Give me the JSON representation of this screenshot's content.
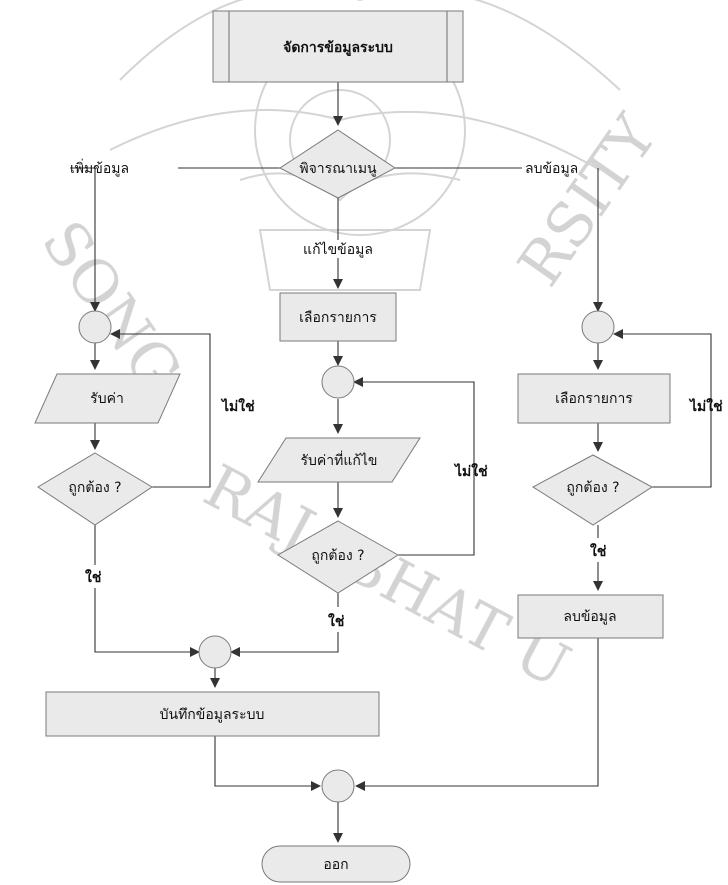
{
  "flowchart": {
    "title": "จัดการข้อมูลระบบ",
    "decision_menu": "พิจารณาเมนู",
    "branch_add": "เพิ่มข้อมูล",
    "branch_edit": "แก้ไขข้อมูล",
    "branch_delete": "ลบข้อมูล",
    "edit_select": "เลือกรายการ",
    "delete_select": "เลือกรายการ",
    "add_input": "รับค่า",
    "edit_input": "รับค่าที่แก้ไข",
    "check_left": "ถูกต้อง ?",
    "check_middle": "ถูกต้อง ?",
    "check_right": "ถูกต้อง ?",
    "no_left": "ไม่ใช่",
    "no_middle": "ไม่ใช่",
    "no_right": "ไม่ใช่",
    "yes_left": "ใช่",
    "yes_middle": "ใช่",
    "yes_right": "ใช่",
    "delete_action": "ลบข้อมูล",
    "save": "บันทึกข้อมูลระบบ",
    "exit": "ออก"
  },
  "watermark": {
    "left_text": "SONG",
    "right_text": "RSITY",
    "middle_text": "RAJABHAT U"
  }
}
